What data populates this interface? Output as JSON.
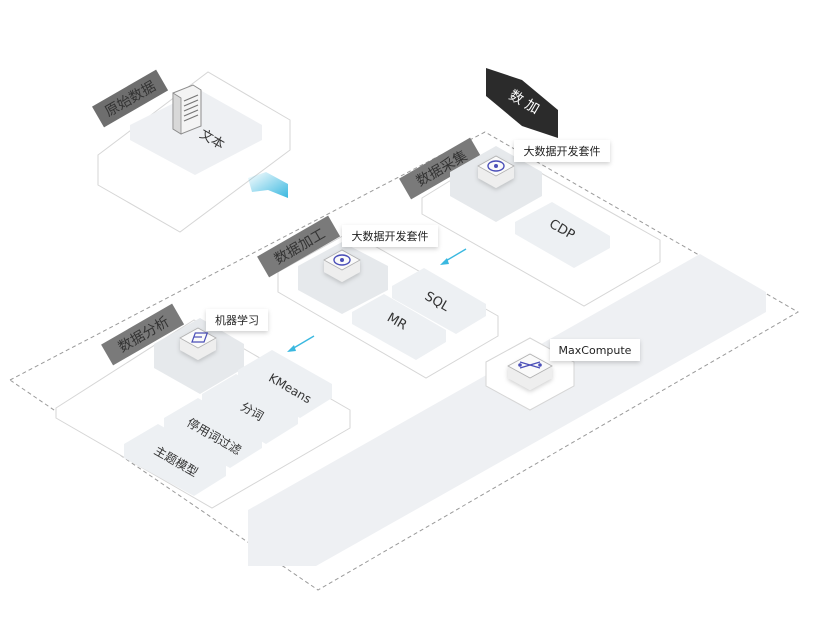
{
  "source_panel": {
    "band_label": "原始数据",
    "item": "文本"
  },
  "platform_tag": "数 加",
  "collect_panel": {
    "band_label": "数据采集",
    "callout": "大数据开发套件",
    "items": [
      "CDP"
    ]
  },
  "process_panel": {
    "band_label": "数据加工",
    "callout": "大数据开发套件",
    "items": [
      "SQL",
      "MR"
    ]
  },
  "analysis_panel": {
    "band_label": "数据分析",
    "callout": "机器学习",
    "items": [
      "KMeans",
      "分词",
      "停用词过滤",
      "主题模型"
    ]
  },
  "storage": {
    "callout": "MaxCompute"
  },
  "colors": {
    "accent_blue": "#3ab8e0",
    "icon_purple": "#4b4fb8",
    "band_dark": "#7a7a7a",
    "tag_black": "#2b2b2b",
    "tile_grey": "#edf0f3"
  }
}
